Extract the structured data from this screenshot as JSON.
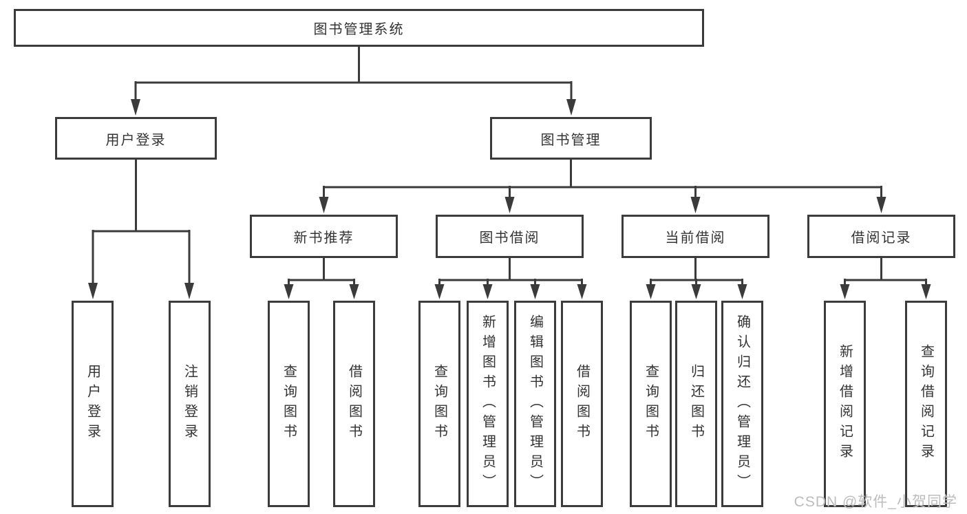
{
  "nodes": {
    "root": "图书管理系统",
    "user_login": "用户登录",
    "book_mgmt": "图书管理",
    "new_book_rec": "新书推荐",
    "book_borrow": "图书借阅",
    "current_borrow": "当前借阅",
    "borrow_record": "借阅记录",
    "leaf_user_login": "用户登录",
    "leaf_logout": "注销登录",
    "leaf_query_book_rec": "查询图书",
    "leaf_borrow_book_rec": "借阅图书",
    "leaf_query_book_borrow": "查询图书",
    "leaf_add_book_admin": "新增图书（管理员）",
    "leaf_edit_book_admin": "编辑图书（管理员）",
    "leaf_borrow_book_borrow": "借阅图书",
    "leaf_query_book_current": "查询图书",
    "leaf_return_book": "归还图书",
    "leaf_confirm_return_admin": "确认归还（管理员）",
    "leaf_add_borrow_record": "新增借阅记录",
    "leaf_query_borrow_record": "查询借阅记录"
  },
  "watermark": "CSDN @软件_小贺同学",
  "colors": {
    "line": "#3b3b3b",
    "text": "#333333",
    "watermark": "#bcbcbc"
  }
}
